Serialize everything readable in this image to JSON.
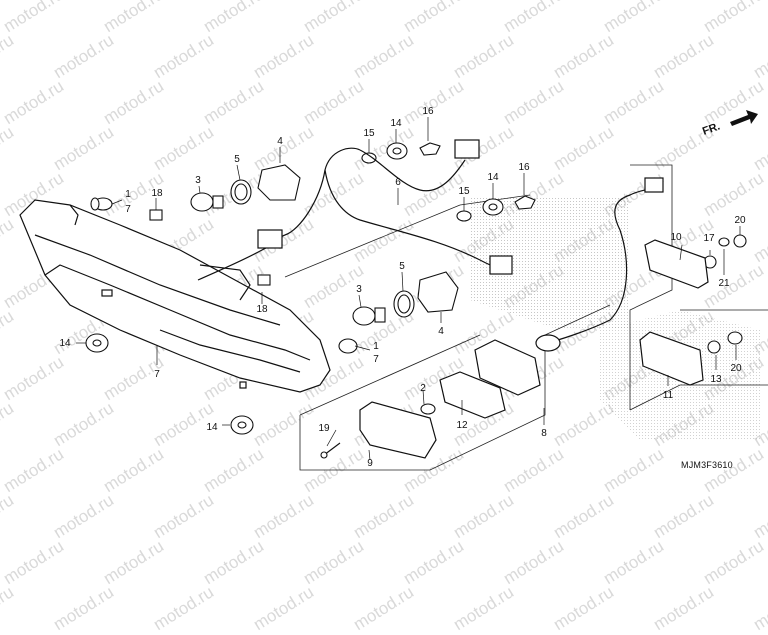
{
  "watermark": "motod.ru",
  "diagram_code": "MJM3F3610",
  "direction_label": "FR.",
  "callouts": [
    {
      "label": "1"
    },
    {
      "label": "7"
    },
    {
      "label": "18"
    },
    {
      "label": "3"
    },
    {
      "label": "5"
    },
    {
      "label": "4"
    },
    {
      "label": "15"
    },
    {
      "label": "14"
    },
    {
      "label": "16"
    },
    {
      "label": "6"
    },
    {
      "label": "15"
    },
    {
      "label": "14"
    },
    {
      "label": "16"
    },
    {
      "label": "10"
    },
    {
      "label": "17"
    },
    {
      "label": "20"
    },
    {
      "label": "21"
    },
    {
      "label": "3"
    },
    {
      "label": "5"
    },
    {
      "label": "4"
    },
    {
      "label": "1"
    },
    {
      "label": "7"
    },
    {
      "label": "18"
    },
    {
      "label": "14"
    },
    {
      "label": "7"
    },
    {
      "label": "2"
    },
    {
      "label": "12"
    },
    {
      "label": "19"
    },
    {
      "label": "9"
    },
    {
      "label": "8"
    },
    {
      "label": "14"
    },
    {
      "label": "11"
    },
    {
      "label": "13"
    },
    {
      "label": "20"
    }
  ]
}
